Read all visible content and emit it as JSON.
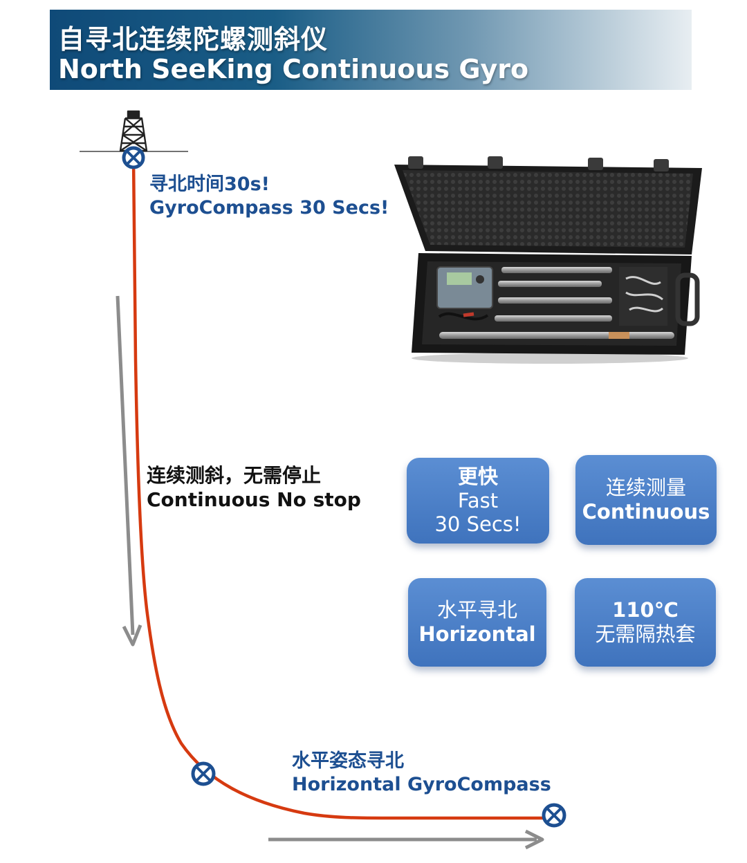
{
  "header": {
    "title_cn": "自寻北连续陀螺测斜仪",
    "title_en": "North SeeKing Continuous Gyro"
  },
  "labels": {
    "gyrocompass_cn": "寻北时间30s!",
    "gyrocompass_en": "GyroCompass 30 Secs!",
    "continuous_cn": "连续测斜，无需停止",
    "continuous_en": "Continuous No stop",
    "horizontal_cn": "水平姿态寻北",
    "horizontal_en": "Horizontal GyroCompass"
  },
  "features": [
    {
      "line1": "更快",
      "line2": "Fast",
      "line3": "30 Secs!"
    },
    {
      "line1": "连续测量",
      "line2": "Continuous"
    },
    {
      "line1": "水平寻北",
      "line2": "Horizontal"
    },
    {
      "line1": "110℃",
      "line2": "无需隔热套"
    }
  ],
  "colors": {
    "wellpath": "#d63a10",
    "marker": "#1d4f91",
    "arrow": "#8c8c8c",
    "feature_box": "#4a7fc8",
    "banner": "#0f4a78"
  },
  "icons": {
    "rig": "drilling-rig-icon",
    "marker": "survey-point-icon",
    "case": "instrument-case-image"
  }
}
